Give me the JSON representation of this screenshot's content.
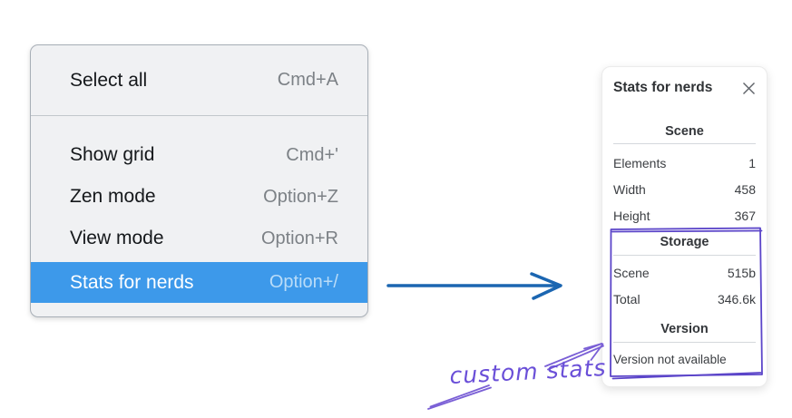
{
  "menu": {
    "items": [
      {
        "label": "Select all",
        "shortcut": "Cmd+A"
      },
      {
        "label": "Show grid",
        "shortcut": "Cmd+'"
      },
      {
        "label": "Zen mode",
        "shortcut": "Option+Z"
      },
      {
        "label": "View mode",
        "shortcut": "Option+R"
      },
      {
        "label": "Stats for nerds",
        "shortcut": "Option+/",
        "selected": true
      }
    ]
  },
  "panel": {
    "title": "Stats for nerds",
    "close_icon": "x-icon",
    "scene": {
      "heading": "Scene",
      "rows": [
        {
          "label": "Elements",
          "value": "1"
        },
        {
          "label": "Width",
          "value": "458"
        },
        {
          "label": "Height",
          "value": "367"
        }
      ]
    },
    "storage": {
      "heading": "Storage",
      "rows": [
        {
          "label": "Scene",
          "value": "515b"
        },
        {
          "label": "Total",
          "value": "346.6k"
        }
      ]
    },
    "version": {
      "heading": "Version",
      "note": "Version not available"
    }
  },
  "annotation": {
    "label": "custom stats"
  },
  "colors": {
    "highlight-blue": "#3d99ea",
    "arrow-blue": "#1b66b1",
    "box-purple": "#5b45c9",
    "sketch-purple": "#7a5fd6",
    "text-purple": "#6a4fd8"
  }
}
